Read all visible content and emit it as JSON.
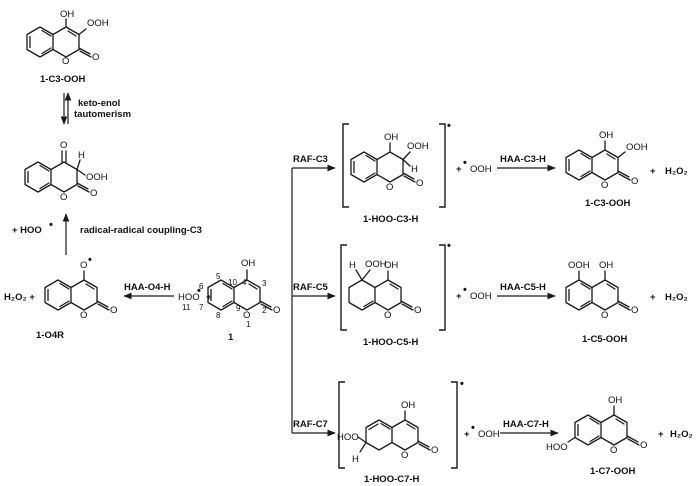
{
  "atoms": {
    "OH": "OH",
    "OOH": "OOH",
    "O": "O",
    "H": "H",
    "HO": "HO",
    "HOO": "HOO",
    "HOO_radical": "HOO",
    "OOH_radical": "OOH",
    "H2O2": "H₂O₂",
    "H2O2_plus": "H₂O₂ +",
    "plus": "+",
    "dot": "•",
    "eleven": "11"
  },
  "numbering": [
    "1",
    "2",
    "3",
    "4",
    "5",
    "6",
    "7",
    "8",
    "9",
    "10"
  ],
  "compounds": {
    "c3ooh": "1-C3-OOH",
    "c3ooh_b": "1-C3-OOH",
    "c5ooh": "1-C5-OOH",
    "c7ooh": "1-C7-OOH",
    "hoo_c3h": "1-HOO-C3-H",
    "hoo_c5h": "1-HOO-C5-H",
    "hoo_c7h": "1-HOO-C7-H",
    "o4r": "1-O4R",
    "parent": "1"
  },
  "arrows": {
    "tautomer_line1": "keto-enol",
    "tautomer_line2": "tautomerism",
    "coupling_prefix": "+ HOO",
    "coupling": "radical-radical coupling-C3",
    "haa_o4": "HAA-O4-H",
    "raf_c3": "RAF-C3",
    "raf_c5": "RAF-C5",
    "raf_c7": "RAF-C7",
    "haa_c3": "HAA-C3-H",
    "haa_c5": "HAA-C5-H",
    "haa_c7": "HAA-C7-H"
  }
}
